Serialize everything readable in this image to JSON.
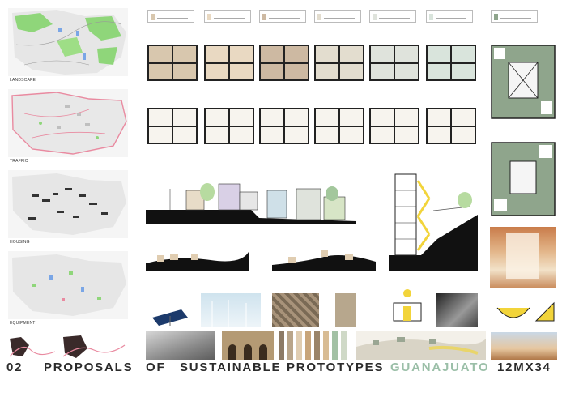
{
  "maps": {
    "landscape": "LANDSCAPE",
    "traffic": "TRAFFIC",
    "housing": "HOUSING",
    "equipment": "EQUIPMENT"
  },
  "footer": {
    "w1": "02",
    "w2": "PROPOSALS",
    "w3": "OF",
    "w4": "SUSTAINABLE",
    "w5": "PROTOTYPES",
    "w6": "GUANAJUATO",
    "w7": "12MX34"
  },
  "colors": {
    "guanajuato": "#9bbfa8",
    "text": "#2b2b2b",
    "green": "#8fd67a",
    "pink": "#e98aa0",
    "blue": "#7aa6e6"
  },
  "plan_colors": [
    "#d8c7ae",
    "#e9d9c2",
    "#cdb9a2",
    "#e3ddcf",
    "#dfe3dc",
    "#d9e4dc",
    "#8fa58c"
  ],
  "stripes": [
    "#8c7a66",
    "#b9a58a",
    "#e0cdb1",
    "#c8a57a",
    "#9a8469",
    "#d8bc94",
    "#a3c1a5",
    "#cfd9c7"
  ]
}
